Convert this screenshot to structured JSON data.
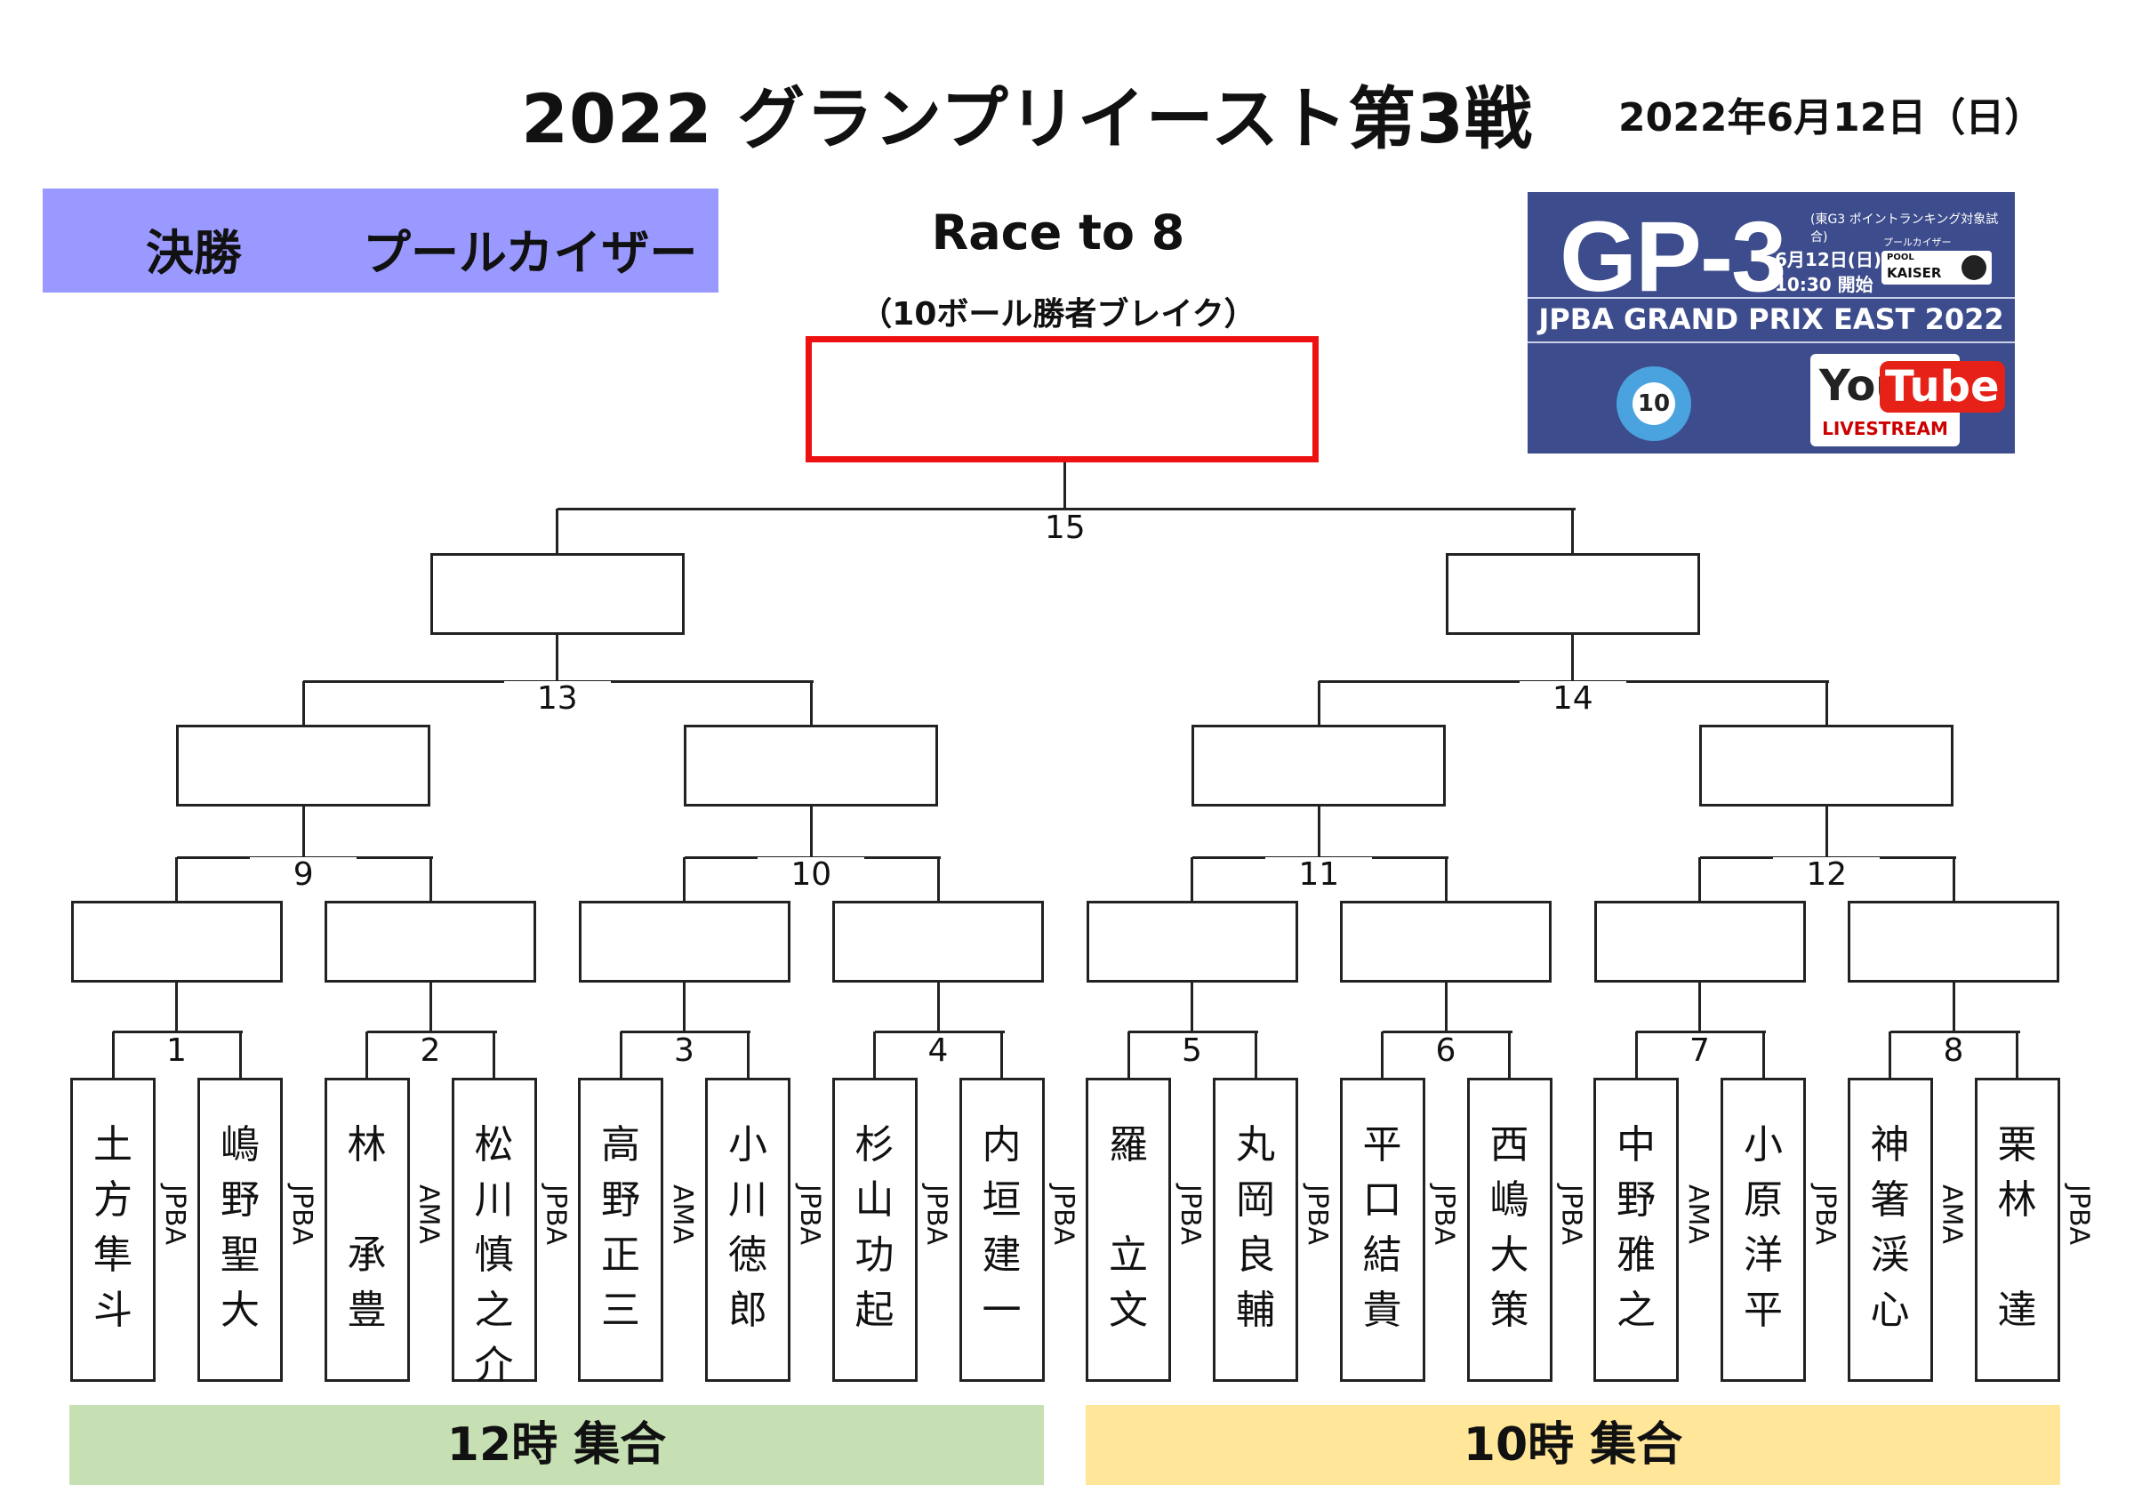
{
  "title": "2022 グランプリイースト第3戦",
  "date": "2022年6月12日（日）",
  "final_banner": {
    "left": "決勝",
    "right": "プールカイザー"
  },
  "race": "Race to 8",
  "break_rule": "（10ボール勝者ブレイク）",
  "logo": {
    "gp": "GP-3",
    "note": "(東G3 ポイントランキング対象試合)",
    "date": "6月12日(日)",
    "time": "10:30 開始",
    "sponsor_label": "プールカイザー",
    "sponsor_pool": "POOL",
    "sponsor_name": "KAISER",
    "event": "JPBA GRAND PRIX EAST 2022",
    "ball_number": "10",
    "youtube_you": "You",
    "youtube_tube": "Tube",
    "livestream": "LIVESTREAM",
    "colors": {
      "bg": "#3d4c8c",
      "ball_ring": "#4aa3df",
      "youtube_red": "#e62117"
    }
  },
  "match_numbers": [
    "1",
    "2",
    "3",
    "4",
    "5",
    "6",
    "7",
    "8",
    "9",
    "10",
    "11",
    "12",
    "13",
    "14",
    "15"
  ],
  "players": [
    {
      "name": [
        "土",
        "方",
        "隼",
        "斗"
      ],
      "aff": "JPBA"
    },
    {
      "name": [
        "嶋",
        "野",
        "聖",
        "大"
      ],
      "aff": "JPBA"
    },
    {
      "name": [
        "林",
        "",
        "承",
        "豊"
      ],
      "aff": "AMA"
    },
    {
      "name": [
        "松",
        "川",
        "慎",
        "之",
        "介"
      ],
      "aff": "JPBA"
    },
    {
      "name": [
        "高",
        "野",
        "正",
        "三"
      ],
      "aff": "AMA"
    },
    {
      "name": [
        "小",
        "川",
        "徳",
        "郎"
      ],
      "aff": "JPBA"
    },
    {
      "name": [
        "杉",
        "山",
        "功",
        "起"
      ],
      "aff": "JPBA"
    },
    {
      "name": [
        "内",
        "垣",
        "建",
        "一"
      ],
      "aff": "JPBA"
    },
    {
      "name": [
        "羅",
        "",
        "立",
        "文"
      ],
      "aff": "JPBA"
    },
    {
      "name": [
        "丸",
        "岡",
        "良",
        "輔"
      ],
      "aff": "JPBA"
    },
    {
      "name": [
        "平",
        "口",
        "結",
        "貴"
      ],
      "aff": "JPBA"
    },
    {
      "name": [
        "西",
        "嶋",
        "大",
        "策"
      ],
      "aff": "JPBA"
    },
    {
      "name": [
        "中",
        "野",
        "雅",
        "之"
      ],
      "aff": "AMA"
    },
    {
      "name": [
        "小",
        "原",
        "洋",
        "平"
      ],
      "aff": "JPBA"
    },
    {
      "name": [
        "神",
        "箸",
        "渓",
        "心"
      ],
      "aff": "AMA"
    },
    {
      "name": [
        "栗",
        "林",
        "",
        "達"
      ],
      "aff": "JPBA"
    }
  ],
  "footer": {
    "left": "12時 集合",
    "right": "10時 集合",
    "left_color": "#c6e0b4",
    "right_color": "#ffe699"
  },
  "colors": {
    "final_banner": "#9999ff",
    "champion_border": "#ee1111"
  }
}
